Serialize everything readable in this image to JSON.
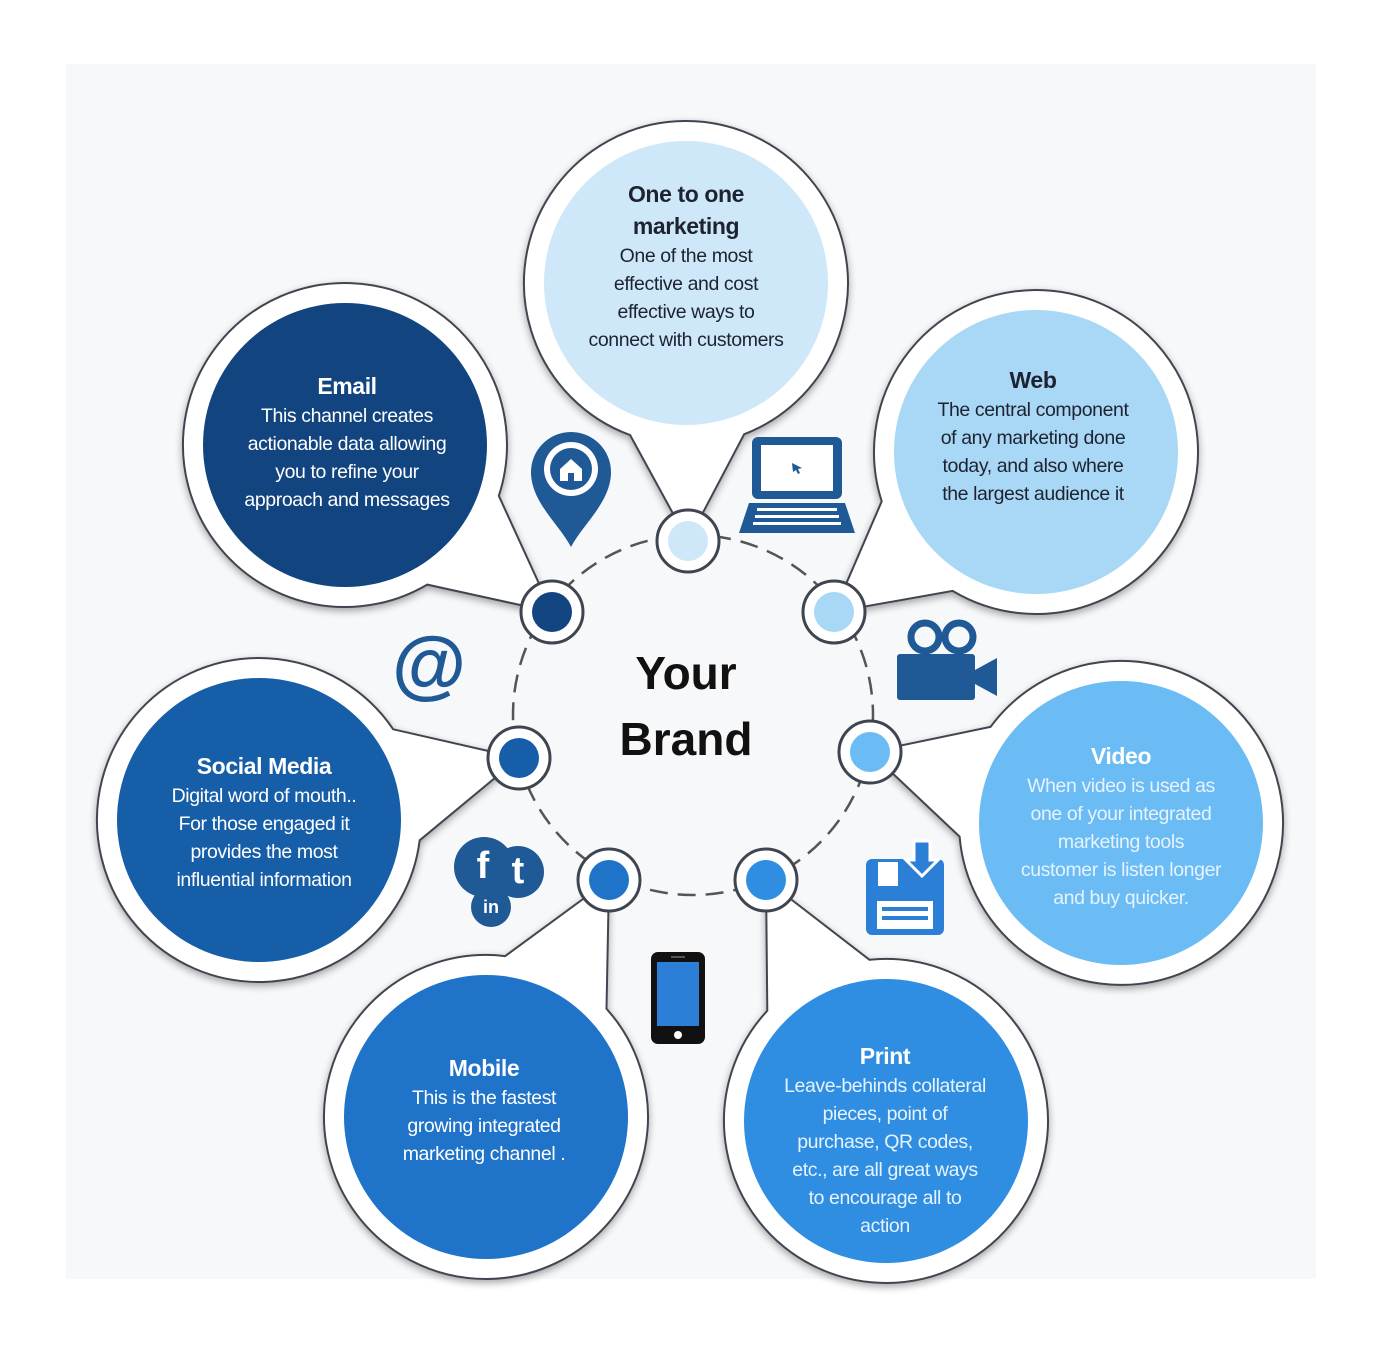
{
  "center": {
    "line1": "Your",
    "line2": "Brand"
  },
  "bubbles": [
    {
      "id": "one-to-one",
      "title": "One to one marketing",
      "title_lines": [
        "One to one",
        "marketing"
      ],
      "body_lines": [
        "One of the most",
        "effective and cost",
        "effective ways to",
        "connect with customers"
      ],
      "color": "#cfe8f9"
    },
    {
      "id": "web",
      "title": "Web",
      "body_lines": [
        "The central component",
        "of any marketing done",
        "today, and also where",
        "the largest audience it"
      ],
      "color": "#a9d7f6"
    },
    {
      "id": "video",
      "title": "Video",
      "body_lines": [
        "When video is used as",
        "one of your integrated",
        "marketing tools",
        "customer is listen longer",
        "and buy quicker."
      ],
      "color": "#6bbcf4"
    },
    {
      "id": "print",
      "title": "Print",
      "body_lines": [
        "Leave-behinds collateral",
        "pieces, point of",
        "purchase, QR codes,",
        "etc., are all great ways",
        "to encourage all to",
        "action"
      ],
      "color": "#2f8ee2"
    },
    {
      "id": "mobile",
      "title": "Mobile",
      "body_lines": [
        "This is the fastest",
        "growing integrated",
        "marketing channel ."
      ],
      "color": "#1f73c8"
    },
    {
      "id": "social-media",
      "title": "Social Media",
      "body_lines": [
        "Digital word of mouth..",
        "For those engaged it",
        "provides the most",
        "influential information"
      ],
      "color": "#175ea8"
    },
    {
      "id": "email",
      "title": "Email",
      "body_lines": [
        "This channel creates",
        "actionable data allowing",
        "you to refine your",
        "approach and messages"
      ],
      "color": "#12457f"
    }
  ],
  "icons": [
    "location-home-icon",
    "laptop-icon",
    "video-camera-icon",
    "floppy-disk-download-icon",
    "smartphone-icon",
    "social-media-icon",
    "at-sign-icon"
  ],
  "social_icon_letters": {
    "facebook": "f",
    "twitter": "t",
    "linkedin": "in"
  },
  "email_icon_glyph": "@",
  "colors": {
    "icon_blue": "#1f5a96",
    "dashed_ring": "#555555",
    "outline": "#3f4550",
    "background": "#f7f8fa"
  }
}
